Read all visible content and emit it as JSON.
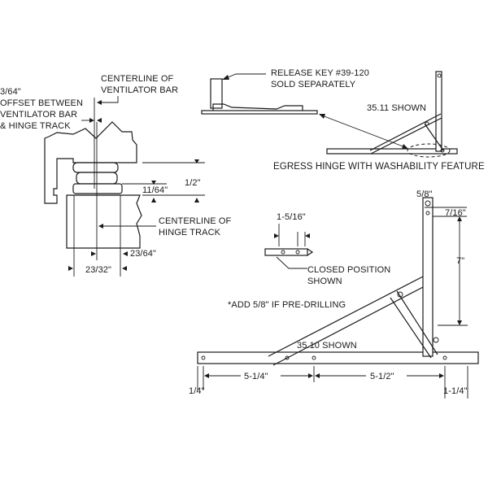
{
  "section_detail": {
    "centerline_vent": [
      "CENTERLINE OF",
      "VENTILATOR BAR"
    ],
    "offset": [
      "3/64\"",
      "OFFSET BETWEEN",
      "VENTILATOR BAR",
      "& HINGE TRACK"
    ],
    "dim_half": "1/2\"",
    "dim_11_64": "11/64\"",
    "centerline_track": [
      "CENTERLINE OF",
      "HINGE TRACK"
    ],
    "dim_23_64": "23/64\"",
    "dim_23_32": "23/32\""
  },
  "egress_detail": {
    "release_key": [
      "RELEASE KEY #39-120",
      "SOLD SEPARATELY"
    ],
    "model_shown": "35.11 SHOWN",
    "caption": "EGRESS HINGE WITH WASHABILITY FEATURE"
  },
  "main_detail": {
    "dim_1_5_16": "1-5/16\"",
    "closed_position": [
      "CLOSED POSITION",
      "SHOWN"
    ],
    "pre_drilling_note": "*ADD 5/8\" IF PRE-DRILLING",
    "dim_5_8": "5/8\"",
    "dim_7_16": "7/16\"",
    "dim_7": "7\"",
    "model_shown": "35.10 SHOWN",
    "dim_5_1_4": "5-1/4\"",
    "dim_5_1_2": "5-1/2\"",
    "dim_1_4": "1/4\"",
    "dim_1_1_4": "1-1/4\""
  }
}
